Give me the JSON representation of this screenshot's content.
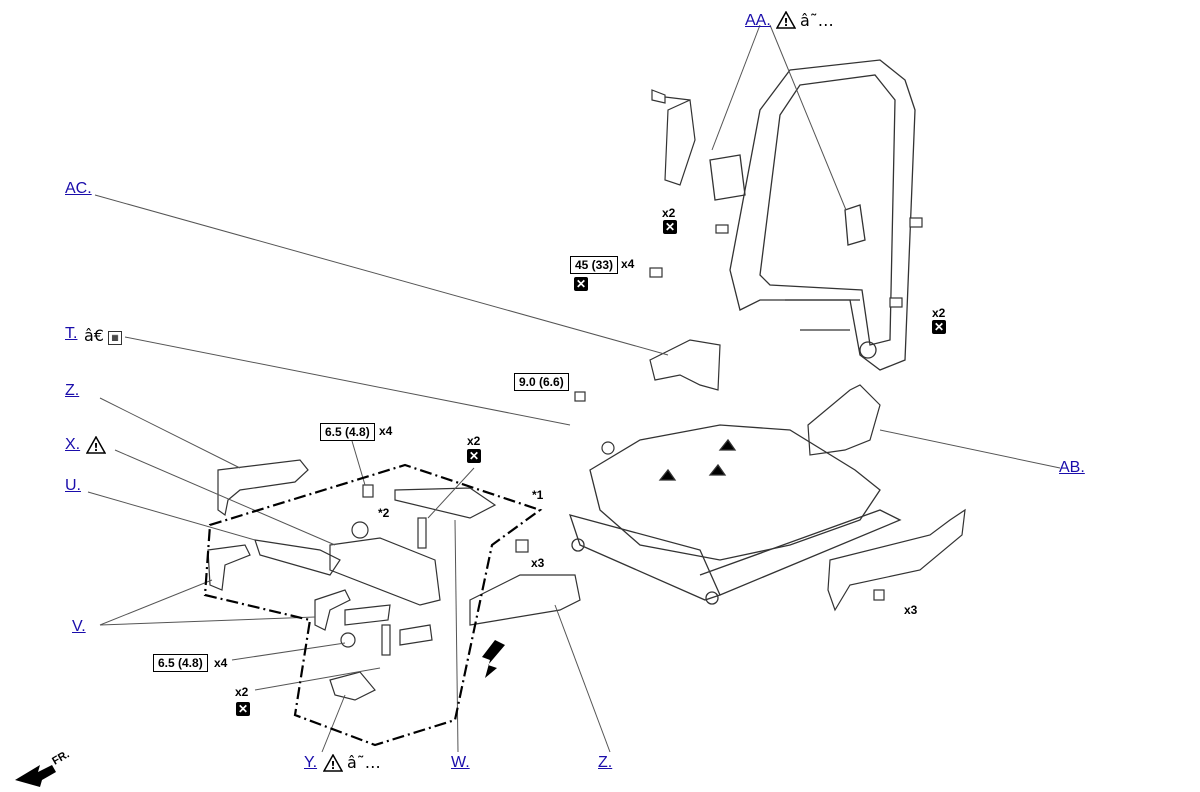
{
  "labels": {
    "AA": "AA.",
    "AC": "AC.",
    "T": "T.",
    "Z1": "Z.",
    "X": "X.",
    "U": "U.",
    "V": "V.",
    "Y": "Y.",
    "W": "W.",
    "Z2": "Z.",
    "AB": "AB."
  },
  "symbols": {
    "aa_suffix": "â˜…",
    "y_suffix": "â˜…",
    "t_suffix": "â€"
  },
  "torque": {
    "t1": "45 (33)",
    "t2": "9.0 (6.6)",
    "t3": "6.5 (4.8)",
    "t4": "6.5 (4.8)"
  },
  "quantities": {
    "q_t1": "x4",
    "q_t3": "x4",
    "q_t4": "x4",
    "q_x2_a": "x2",
    "q_x2_b": "x2",
    "q_x2_c": "x2",
    "q_x2_d": "x2",
    "q_x3_a": "x3",
    "q_x3_b": "x3"
  },
  "notes": {
    "n1": "*1",
    "n2": "*2",
    "fr": "FR."
  },
  "colors": {
    "link": "#1a0dab",
    "line": "#555555",
    "part": "#333333"
  }
}
